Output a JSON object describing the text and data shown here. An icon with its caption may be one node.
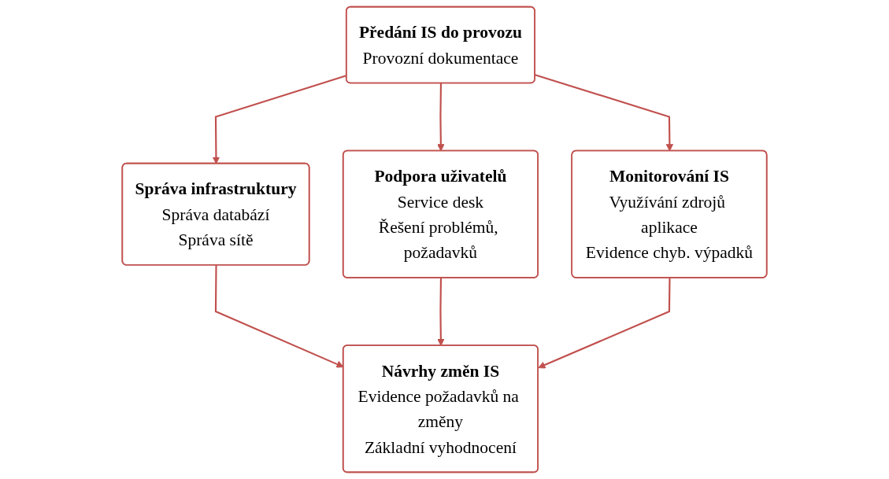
{
  "diagram": {
    "nodes": [
      {
        "text": [
          "Předání IS do provozu",
          "Provozní dokumentace"
        ]
      },
      {
        "text": [
          "Správa infrastruktury",
          "Správa databází",
          "Správa sítě"
        ]
      },
      {
        "text": [
          "Podpora uživatelů",
          "Service desk",
          "Řešení problémů, požadavků"
        ]
      },
      {
        "text": [
          "Monitorování IS",
          "Využívání zdrojů aplikace",
          "Evidence chyb. výpadků"
        ]
      },
      {
        "text": [
          "Návrhy změn IS",
          "Evidence požadavků na změny",
          "Základní vyhodnocení"
        ]
      }
    ],
    "edges": [
      {
        "from": 0,
        "to": 1,
        "arrow": "to"
      },
      {
        "from": 0,
        "to": 2,
        "arrow": "to"
      },
      {
        "from": 0,
        "to": 3,
        "arrow": "to"
      },
      {
        "from": 1,
        "to": 4,
        "arrow": "to"
      },
      {
        "from": 2,
        "to": 4,
        "arrow": "to"
      },
      {
        "from": 3,
        "to": 4,
        "arrow": "to"
      }
    ]
  }
}
